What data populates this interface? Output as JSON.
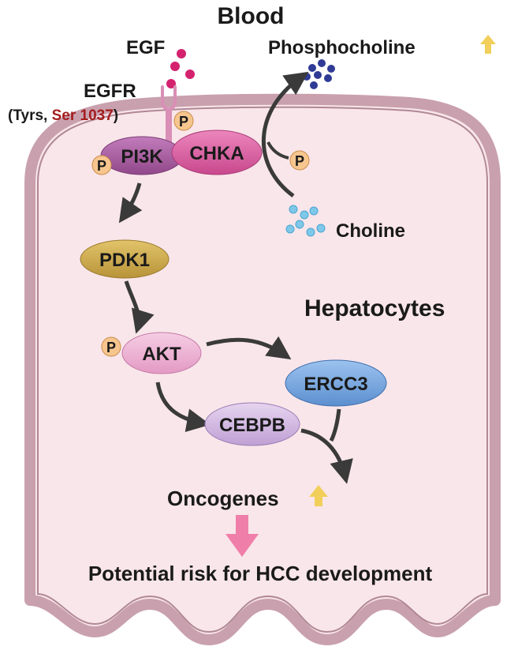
{
  "labels": {
    "blood": "Blood",
    "egf": "EGF",
    "egfr": "EGFR",
    "residues_open": "(Tyrs, ",
    "residues_site": "Ser 1037",
    "residues_close": ")",
    "phosphocholine": "Phosphocholine",
    "choline": "Choline",
    "hepatocytes": "Hepatocytes",
    "oncogenes": "Oncogenes",
    "outcome": "Potential risk for HCC development"
  },
  "nodes": {
    "pi3k": "PI3K",
    "chka": "CHKA",
    "pdk1": "PDK1",
    "akt": "AKT",
    "ercc3": "ERCC3",
    "cebpb": "CEBPB"
  },
  "phospho_label": "P",
  "colors": {
    "membrane": "#c9a0ae",
    "membrane_dark": "#a97c8d",
    "cytoplasm": "#f9e6ea",
    "egf_dot": "#d4226e",
    "phosphocholine_dot": "#2f3b95",
    "choline_dot": "#5bb8e0",
    "pi3k": "#a85aa0",
    "chka": "#d85a9e",
    "pdk1": "#c9a84a",
    "akt": "#eaa9cf",
    "ercc3": "#6f9fd8",
    "cebpb": "#cdb2dd",
    "phospho": "#f7c68f",
    "up_arrow": "#f2cf5a",
    "down_arrow": "#ef7fa8",
    "arrow": "#3a3a3a"
  }
}
